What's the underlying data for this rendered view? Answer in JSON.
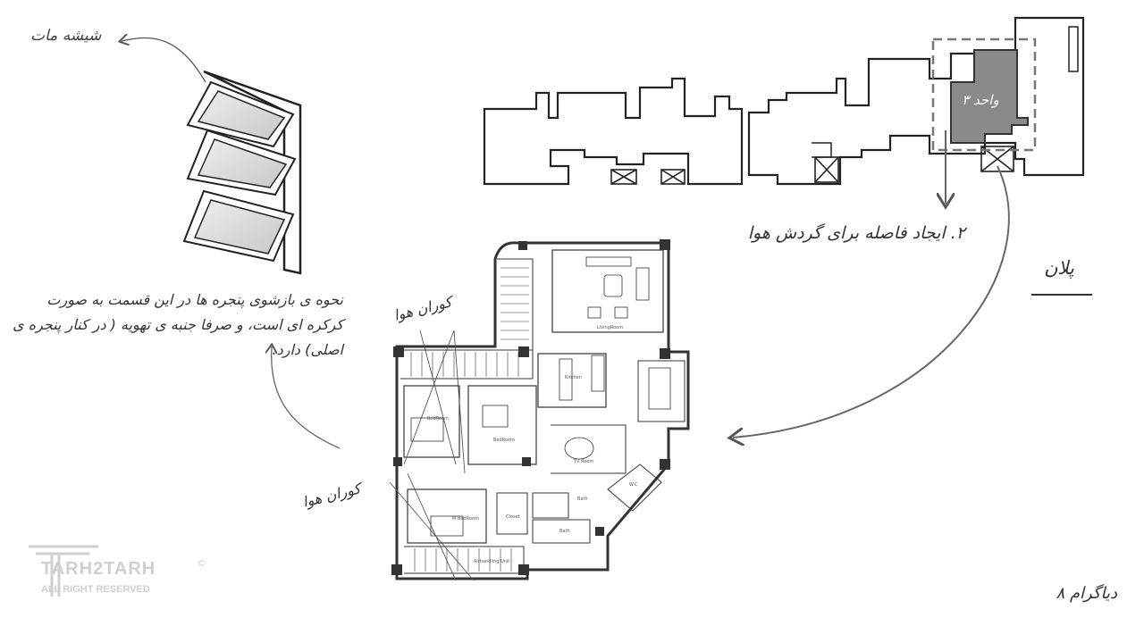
{
  "labels": {
    "frosted_glass": "شیشه مات",
    "unit": "واحد ۳",
    "air_gap": "۲. ایجاد فاصله برای گردش هوا",
    "plan": "پلان",
    "window_note": "نحوه ی بازشوی پنجره ها در این قسمت به صورت کرکره ای است، و صرفا جنبه ی تهویه ( در کنار پنجره ی اصلی) دارد.",
    "vortex_1": "کوران هوا",
    "vortex_2": "کوران هوا",
    "diagram": "دیاگرام ۸"
  },
  "rooms": {
    "living": "LivingRoom",
    "kitchen": "Kitchen",
    "bedroom1": "BedRoom",
    "bedroom2": "BedRoom",
    "tv": "TV Room",
    "master": "M.BedRoom",
    "closet": "Closet",
    "bath1": "Bath",
    "bath2": "Bath",
    "wc": "W.C",
    "airhandling": "Airhandling Unit"
  },
  "logo": {
    "name": "TARH2TARH",
    "sub": "ALL RIGHT RESERVED",
    "mark": "©"
  },
  "colors": {
    "ink": "#3a3a3a",
    "unit_fill": "#8a8a8a",
    "glass": "#d8d8d8",
    "logo": "#cfcfcf"
  }
}
